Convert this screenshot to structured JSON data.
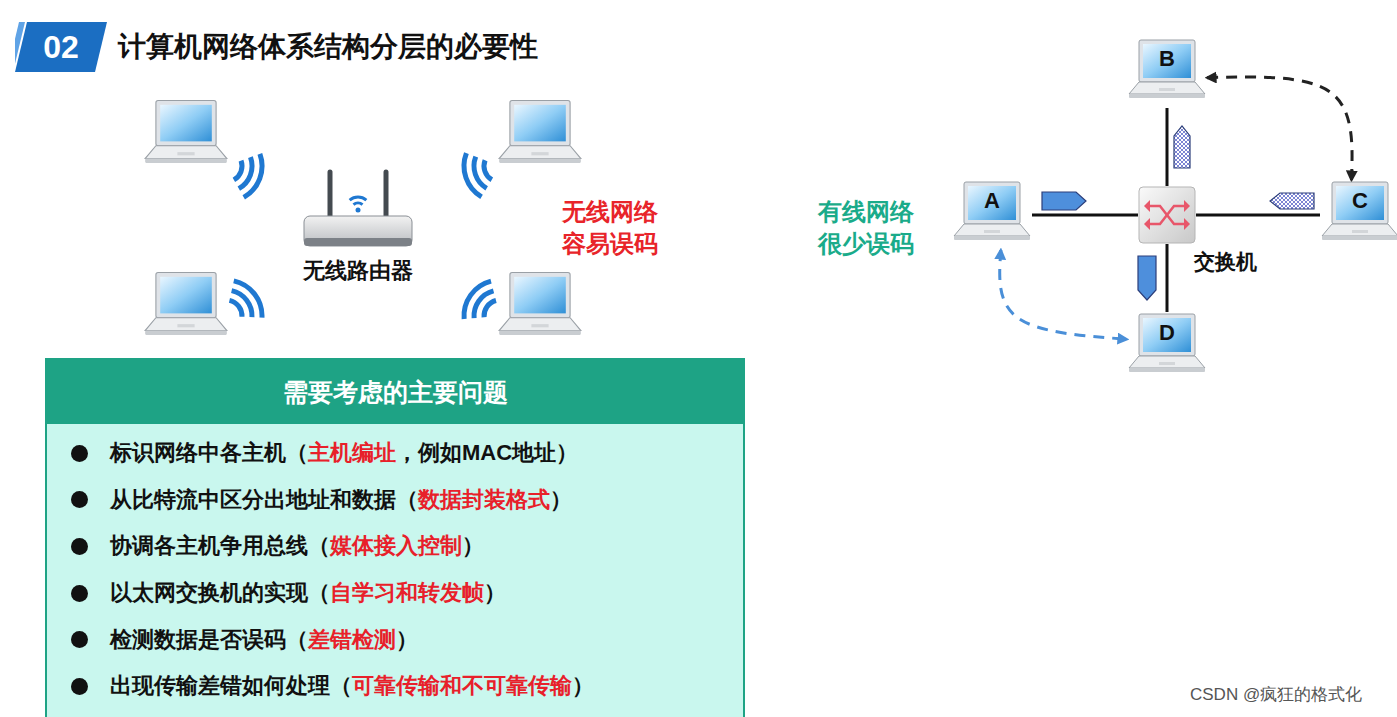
{
  "diagram": {
    "title": "计算机网络体系结构分层的必要性",
    "nodes": [
      {
        "text": [
          "02"
        ]
      },
      {
        "text": [
          "无线路由器"
        ]
      },
      {
        "text": [
          "A"
        ]
      },
      {
        "text": [
          "B"
        ]
      },
      {
        "text": [
          "C"
        ]
      },
      {
        "text": [
          "D"
        ]
      },
      {
        "text": [
          "交换机"
        ]
      },
      {
        "text": [
          "需要考虑的主要问题",
          "标识网络中各主机（",
          "主机编址",
          "，例如MAC地址）",
          "从比特流中区分出地址和数据（",
          "数据封装格式",
          "）",
          "协调各主机争用总线（",
          "媒体接入控制",
          "）",
          "以太网交换机的实现（",
          "自学习和转发帧",
          "）",
          "检测数据是否误码（",
          "差错检测",
          "）",
          "出现传输差错如何处理（",
          "可靠传输和不可靠传输",
          "）"
        ]
      }
    ],
    "edges": [
      {
        "from": 2,
        "to": 6,
        "arrow": "none"
      },
      {
        "from": 3,
        "to": 6,
        "arrow": "none"
      },
      {
        "from": 4,
        "to": 6,
        "arrow": "none"
      },
      {
        "from": 5,
        "to": 6,
        "arrow": "none"
      },
      {
        "from": 3,
        "to": 4,
        "arrow": "both"
      },
      {
        "from": 2,
        "to": 5,
        "arrow": "both"
      }
    ],
    "labels": [
      "无线网络 容易误码",
      "有线网络 很少误码",
      "CSDN @疯狂的格式化"
    ]
  }
}
